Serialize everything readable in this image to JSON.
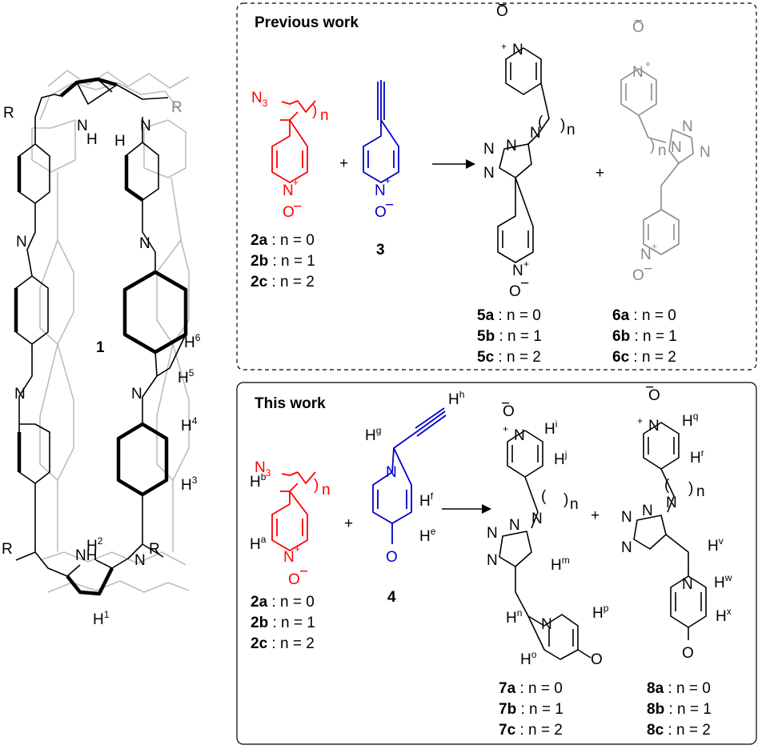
{
  "cage": {
    "label": "1",
    "r_groups": [
      "R",
      "R",
      "R",
      "R"
    ],
    "protons": {
      "h1": "H",
      "h1_sup": "1",
      "h2": "H",
      "h2_sup": "2",
      "h3": "H",
      "h3_sup": "3",
      "h4": "H",
      "h4_sup": "4",
      "h5": "H",
      "h5_sup": "5",
      "h6": "H",
      "h6_sup": "6"
    },
    "atoms": {
      "n": "N",
      "nh": "NH",
      "h": "H"
    }
  },
  "previous": {
    "title": "Previous work",
    "azide_n3": "N",
    "azide_sub": "3",
    "n_label": "n",
    "plus": "+",
    "reagent2": [
      {
        "id": "2a",
        "text": " : n = 0"
      },
      {
        "id": "2b",
        "text": " : n = 1"
      },
      {
        "id": "2c",
        "text": " : n = 2"
      }
    ],
    "reagent3": "3",
    "product5": [
      {
        "id": "5a",
        "text": " : n = 0"
      },
      {
        "id": "5b",
        "text": " : n = 1"
      },
      {
        "id": "5c",
        "text": " : n = 2"
      }
    ],
    "product6": [
      {
        "id": "6a",
        "text": " : n = 0"
      },
      {
        "id": "6b",
        "text": " : n = 1"
      },
      {
        "id": "6c",
        "text": " : n = 2"
      }
    ]
  },
  "this": {
    "title": "This work",
    "reagent2": [
      {
        "id": "2a",
        "text": " : n = 0"
      },
      {
        "id": "2b",
        "text": " : n = 1"
      },
      {
        "id": "2c",
        "text": " : n = 2"
      }
    ],
    "reagent4": "4",
    "product7": [
      {
        "id": "7a",
        "text": " : n = 0"
      },
      {
        "id": "7b",
        "text": " : n = 1"
      },
      {
        "id": "7c",
        "text": " : n = 2"
      }
    ],
    "product8": [
      {
        "id": "8a",
        "text": " : n = 0"
      },
      {
        "id": "8b",
        "text": " : n = 1"
      },
      {
        "id": "8c",
        "text": " : n = 2"
      }
    ],
    "proton_labels": {
      "a": "a",
      "b": "b",
      "e": "e",
      "f": "f",
      "g": "g",
      "h": "h",
      "i": "i",
      "j": "j",
      "m": "m",
      "n": "n",
      "o": "o",
      "p": "p",
      "q": "q",
      "r": "r",
      "v": "v",
      "w": "w",
      "x": "x"
    }
  },
  "colors": {
    "azide": "#ff0000",
    "alkyne": "#0000cc",
    "minor_isomer": "#888888"
  }
}
